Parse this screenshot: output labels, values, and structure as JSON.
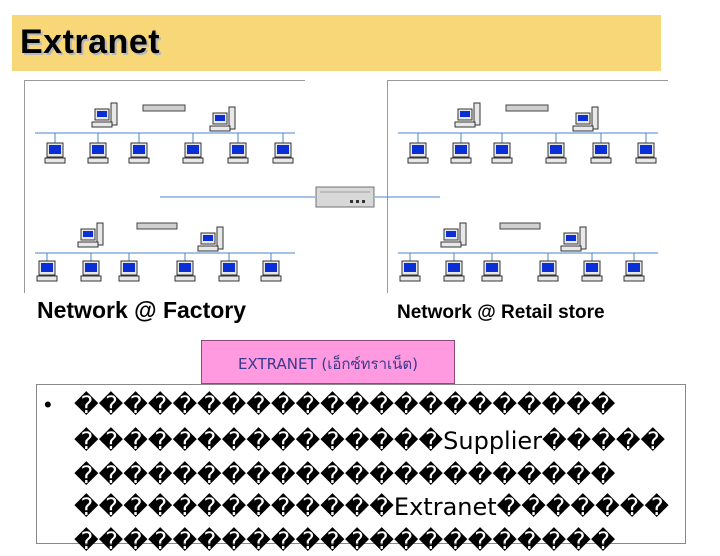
{
  "title": "Extranet",
  "diagram": {
    "left_caption": "Network @ Factory",
    "right_caption": "Network @ Retail store",
    "center_label": "EXTRANET (เอ็กซ์ทราเน็ต)"
  },
  "bullet": {
    "lines": [
      "����������������������",
      "���������������Supplier�����",
      "����������������������",
      "�������������Extranet�������",
      "����������������������"
    ]
  },
  "colors": {
    "title_bg": "#f8d778",
    "extranet_bg": "#ff9ae0",
    "network_line": "#4a86c8",
    "monitor_screen": "#0a2fd6"
  }
}
